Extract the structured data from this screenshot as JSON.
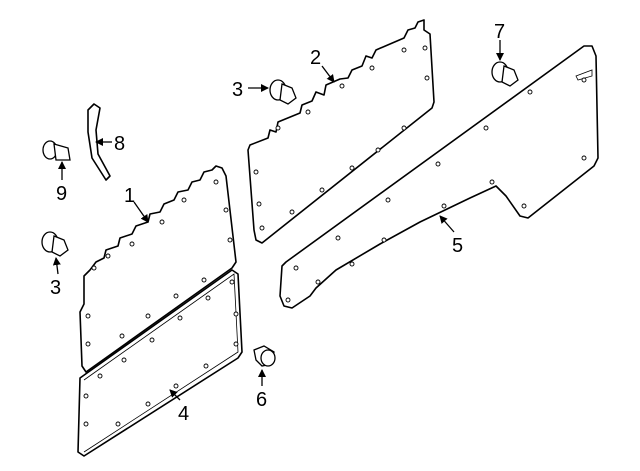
{
  "callouts": [
    {
      "id": "1",
      "label": "1"
    },
    {
      "id": "2",
      "label": "2"
    },
    {
      "id": "3a",
      "label": "3"
    },
    {
      "id": "3b",
      "label": "3"
    },
    {
      "id": "4",
      "label": "4"
    },
    {
      "id": "5",
      "label": "5"
    },
    {
      "id": "6",
      "label": "6"
    },
    {
      "id": "7",
      "label": "7"
    },
    {
      "id": "8",
      "label": "8"
    },
    {
      "id": "9",
      "label": "9"
    }
  ],
  "colors": {
    "line": "#000000",
    "background": "#ffffff"
  }
}
